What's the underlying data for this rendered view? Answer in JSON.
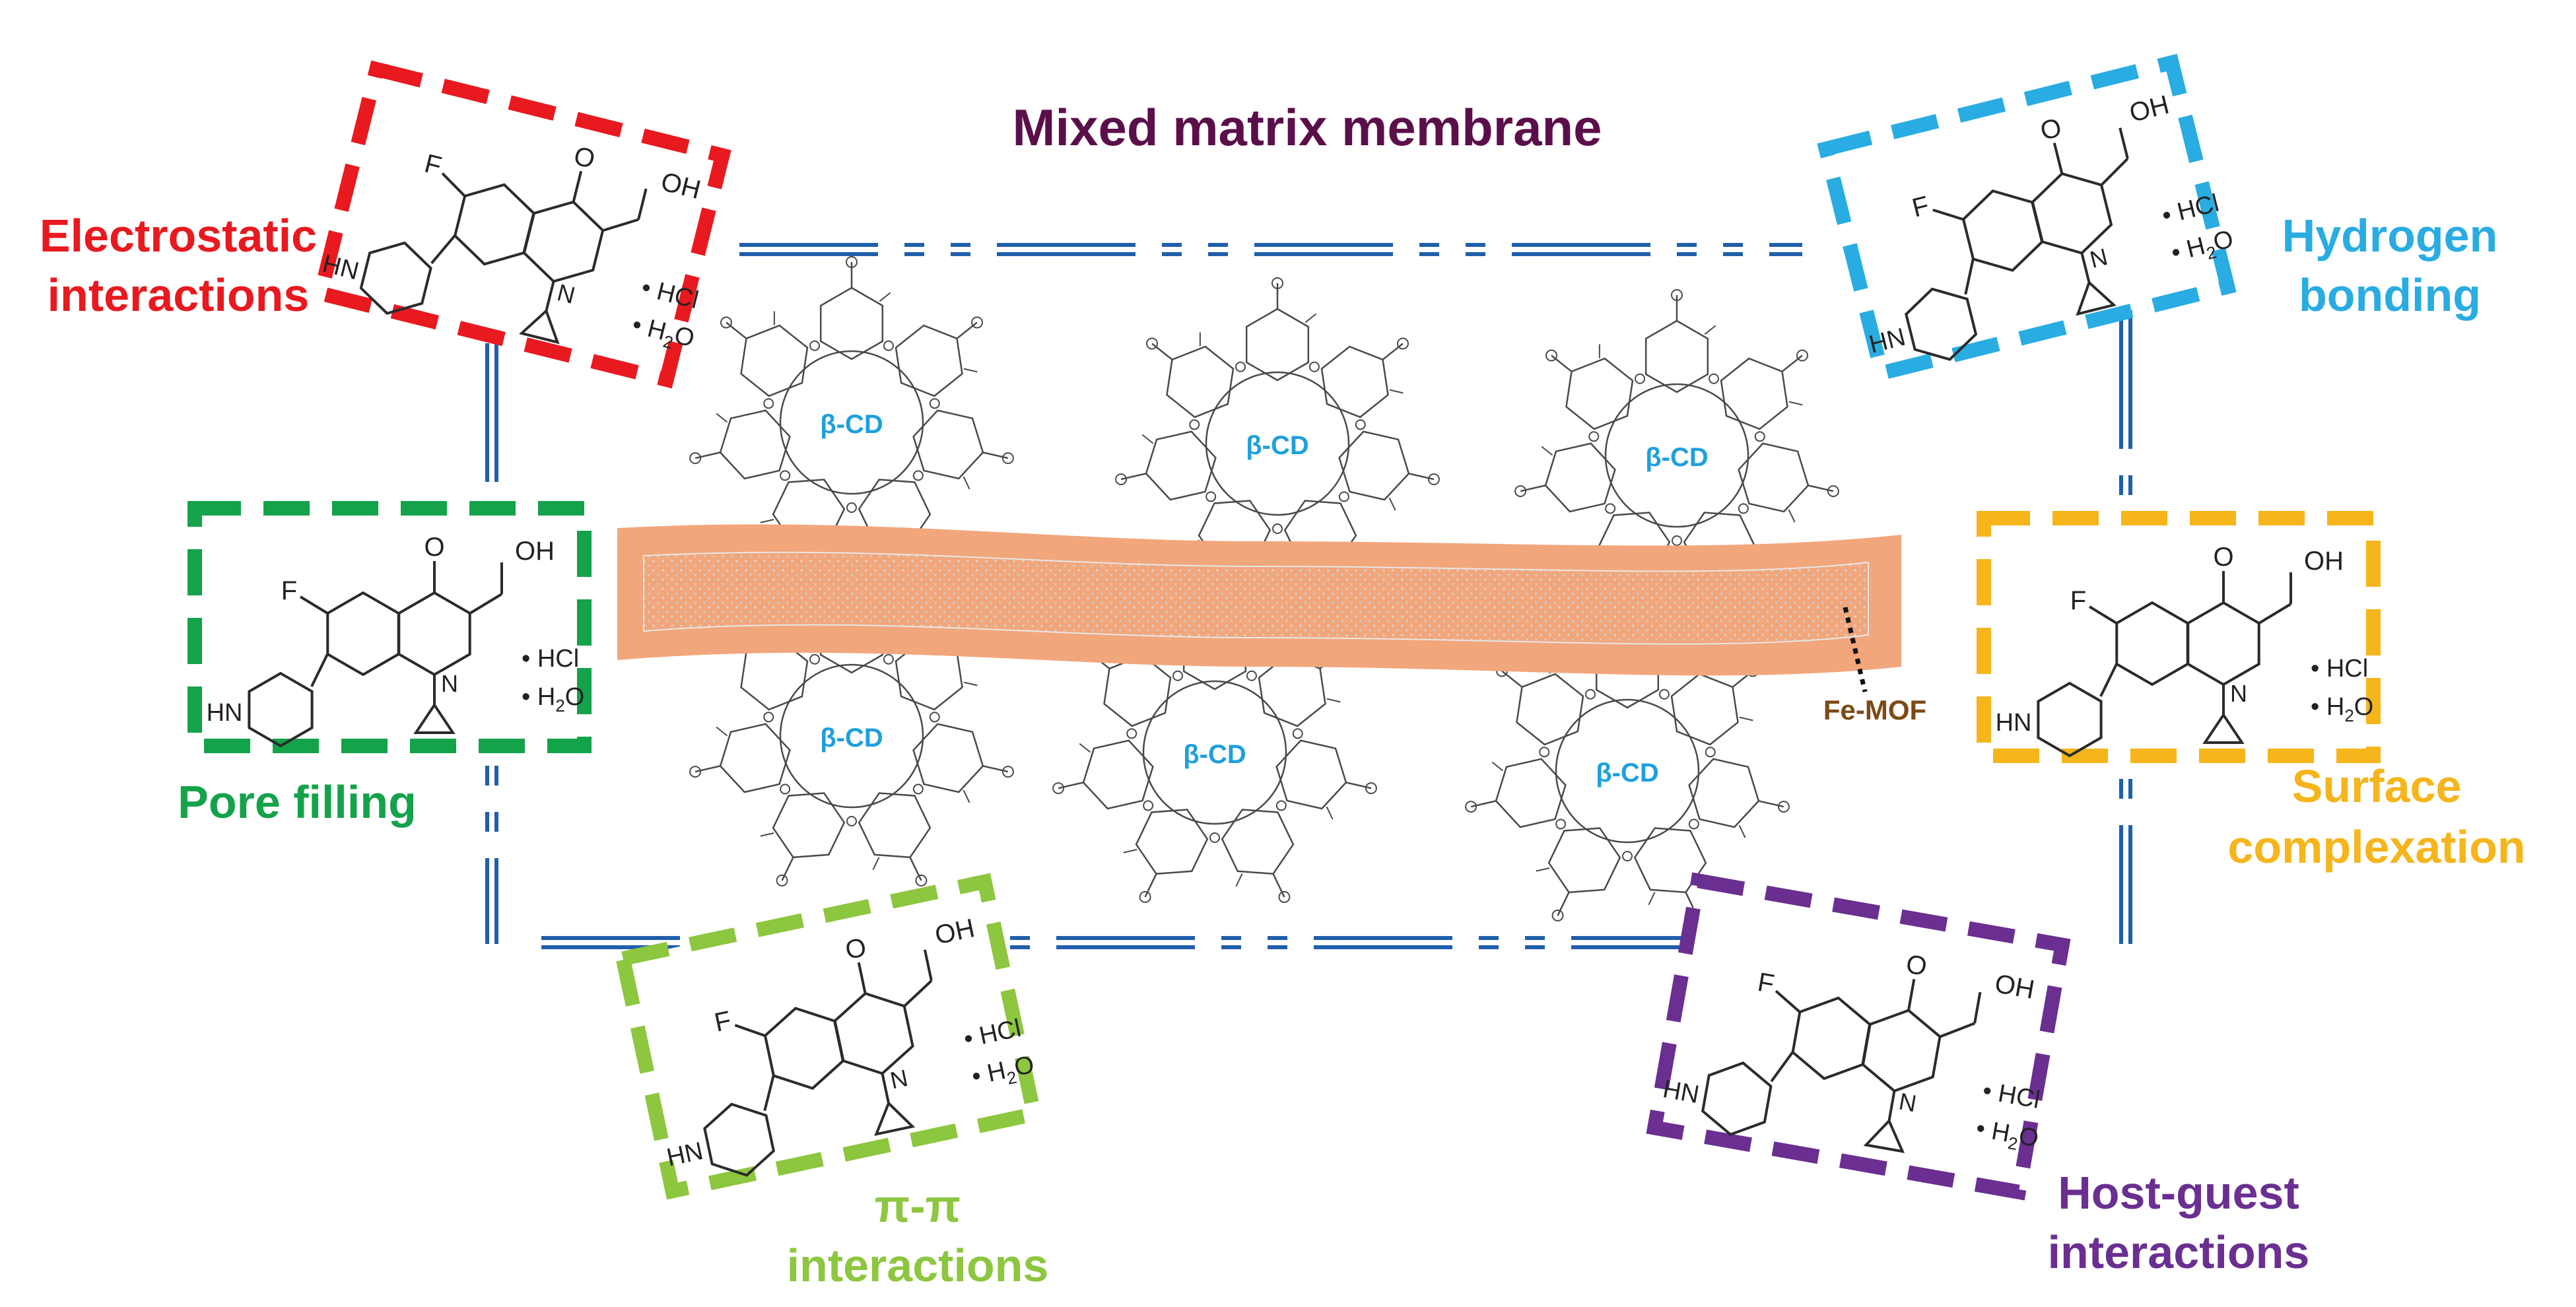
{
  "title": "Mixed matrix membrane",
  "membrane_label": "Fe-MOF",
  "cyclodextrin_label": "β-CD",
  "molecule": {
    "fluoro": "F",
    "keto": "O",
    "acid": "OH",
    "ring_n": "N",
    "amine": "HN",
    "salt": "• HCl",
    "water": "• H",
    "water_sub": "2",
    "water_tail": "O"
  },
  "mechanisms": [
    {
      "id": "electrostatic",
      "line1": "Electrostatic",
      "line2": "interactions",
      "color": "#e8191f"
    },
    {
      "id": "hydrogen",
      "line1": "Hydrogen",
      "line2": "bonding",
      "color": "#29ace2"
    },
    {
      "id": "pore",
      "line1": "Pore filling",
      "line2": "",
      "color": "#14a24a"
    },
    {
      "id": "surface",
      "line1": "Surface",
      "line2": "complexation",
      "color": "#f5b51b"
    },
    {
      "id": "pipi",
      "line1": "π-π",
      "line2": "interactions",
      "color": "#8dc63f"
    },
    {
      "id": "hostguest",
      "line1": "Host-guest",
      "line2": "interactions",
      "color": "#6a2f91"
    }
  ],
  "colors": {
    "title": "#5b0f4a",
    "connector": "#1f5fab",
    "membrane": "#f2a67c",
    "membrane_core": "#f7f7f7",
    "fe_mof": "#7b4a16",
    "cd_text": "#1fa0dc",
    "cd_line": "#4a4a4a"
  }
}
